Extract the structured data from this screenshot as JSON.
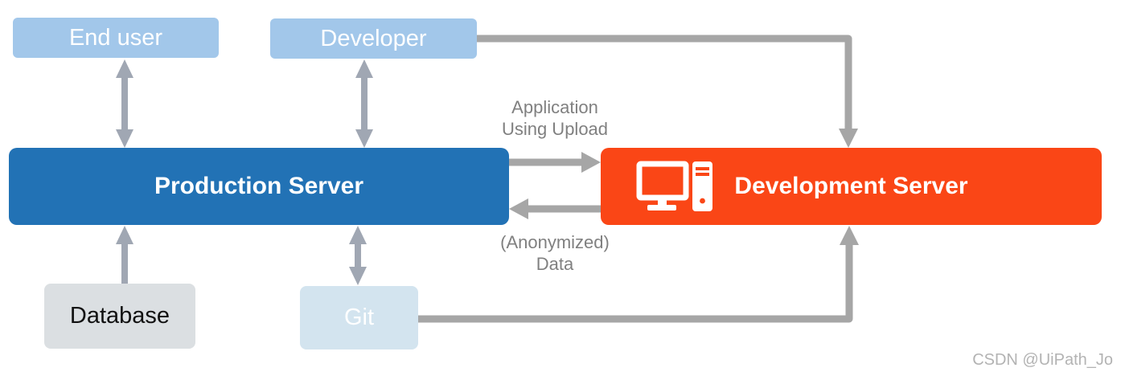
{
  "nodes": {
    "end_user": {
      "label": "End user"
    },
    "developer": {
      "label": "Developer"
    },
    "production_server": {
      "label": "Production Server"
    },
    "development_server": {
      "label": "Development Server",
      "icon": "desktop-computer-icon"
    },
    "database": {
      "label": "Database"
    },
    "git": {
      "label": "Git"
    }
  },
  "edges": [
    {
      "from": "End user",
      "to": "Production Server",
      "style": "bidirectional-vertical",
      "label": ""
    },
    {
      "from": "Developer",
      "to": "Production Server",
      "style": "bidirectional-vertical",
      "label": ""
    },
    {
      "from": "Production Server",
      "to": "Development Server",
      "style": "horizontal-right",
      "label": "Application Using Upload"
    },
    {
      "from": "Development Server",
      "to": "Production Server",
      "style": "horizontal-left",
      "label": "(Anonymized) Data"
    },
    {
      "from": "Database",
      "to": "Production Server",
      "style": "vertical-up",
      "label": ""
    },
    {
      "from": "Git",
      "to": "Production Server",
      "style": "bidirectional-vertical",
      "label": ""
    },
    {
      "from": "Developer",
      "to": "Development Server",
      "style": "elbow-right-down",
      "label": ""
    },
    {
      "from": "Git",
      "to": "Development Server",
      "style": "elbow-right-up",
      "label": ""
    }
  ],
  "edge_labels": {
    "upload": {
      "line1": "Application",
      "line2": "Using Upload"
    },
    "anonymized": {
      "line1": "(Anonymized)",
      "line2": "Data"
    }
  },
  "watermark": "CSDN @UiPath_Jo",
  "colors": {
    "actor_light_blue": "#a2c7ea",
    "production_blue": "#2272b5",
    "development_orange": "#fa4616",
    "database_gray": "#dbdfe2",
    "git_pale_blue": "#d3e4ef",
    "arrow_gray": "#a6a6a6",
    "arrow_blue_gray": "#a0a7b3",
    "flow_label_gray": "#808080",
    "watermark_gray": "#b3b3b3"
  }
}
